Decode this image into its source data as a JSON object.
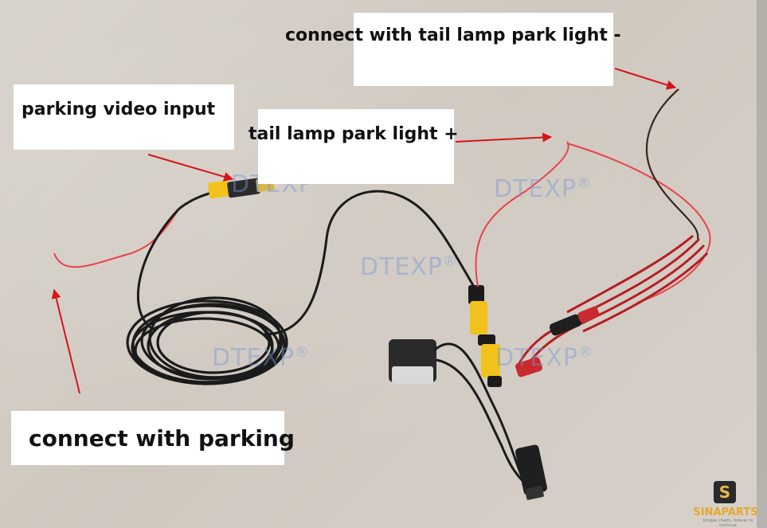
{
  "labels": {
    "tail_lamp_minus": "connect with tail lamp park light -",
    "parking_video_input": "parking video input",
    "tail_lamp_plus": "tail lamp park light +",
    "connect_parking": "connect with parking"
  },
  "watermark": {
    "text": "DTEXP",
    "mark": "®"
  },
  "logo": {
    "badge_letter": "S",
    "name": "SINAPARTS",
    "tagline": "Unique charm, forever to continue"
  },
  "colors": {
    "arrow": "#d4161a",
    "red_wire": "#e8424a",
    "black_cable": "#1b1b1b",
    "connector_yellow": "#f1c21b"
  }
}
